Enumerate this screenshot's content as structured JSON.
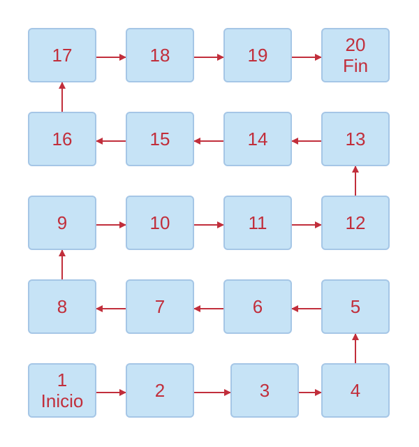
{
  "colors": {
    "box_fill": "#c6e3f6",
    "box_border": "#a5c6e6",
    "text": "#c12e3b",
    "arrow": "#c12e3b"
  },
  "boxes": [
    {
      "id": "1",
      "label": "1",
      "sublabel": "Inicio"
    },
    {
      "id": "2",
      "label": "2",
      "sublabel": ""
    },
    {
      "id": "3",
      "label": "3",
      "sublabel": ""
    },
    {
      "id": "4",
      "label": "4",
      "sublabel": ""
    },
    {
      "id": "5",
      "label": "5",
      "sublabel": ""
    },
    {
      "id": "6",
      "label": "6",
      "sublabel": ""
    },
    {
      "id": "7",
      "label": "7",
      "sublabel": ""
    },
    {
      "id": "8",
      "label": "8",
      "sublabel": ""
    },
    {
      "id": "9",
      "label": "9",
      "sublabel": ""
    },
    {
      "id": "10",
      "label": "10",
      "sublabel": ""
    },
    {
      "id": "11",
      "label": "11",
      "sublabel": ""
    },
    {
      "id": "12",
      "label": "12",
      "sublabel": ""
    },
    {
      "id": "13",
      "label": "13",
      "sublabel": ""
    },
    {
      "id": "14",
      "label": "14",
      "sublabel": ""
    },
    {
      "id": "15",
      "label": "15",
      "sublabel": ""
    },
    {
      "id": "16",
      "label": "16",
      "sublabel": ""
    },
    {
      "id": "17",
      "label": "17",
      "sublabel": ""
    },
    {
      "id": "18",
      "label": "18",
      "sublabel": ""
    },
    {
      "id": "19",
      "label": "19",
      "sublabel": ""
    },
    {
      "id": "20",
      "label": "20",
      "sublabel": "Fin"
    }
  ],
  "edges": [
    {
      "from": "1",
      "to": "2"
    },
    {
      "from": "2",
      "to": "3"
    },
    {
      "from": "3",
      "to": "4"
    },
    {
      "from": "4",
      "to": "5"
    },
    {
      "from": "5",
      "to": "6"
    },
    {
      "from": "6",
      "to": "7"
    },
    {
      "from": "7",
      "to": "8"
    },
    {
      "from": "8",
      "to": "9"
    },
    {
      "from": "9",
      "to": "10"
    },
    {
      "from": "10",
      "to": "11"
    },
    {
      "from": "11",
      "to": "12"
    },
    {
      "from": "12",
      "to": "13"
    },
    {
      "from": "13",
      "to": "14"
    },
    {
      "from": "14",
      "to": "15"
    },
    {
      "from": "15",
      "to": "16"
    },
    {
      "from": "16",
      "to": "17"
    },
    {
      "from": "17",
      "to": "18"
    },
    {
      "from": "18",
      "to": "19"
    },
    {
      "from": "19",
      "to": "20"
    }
  ]
}
